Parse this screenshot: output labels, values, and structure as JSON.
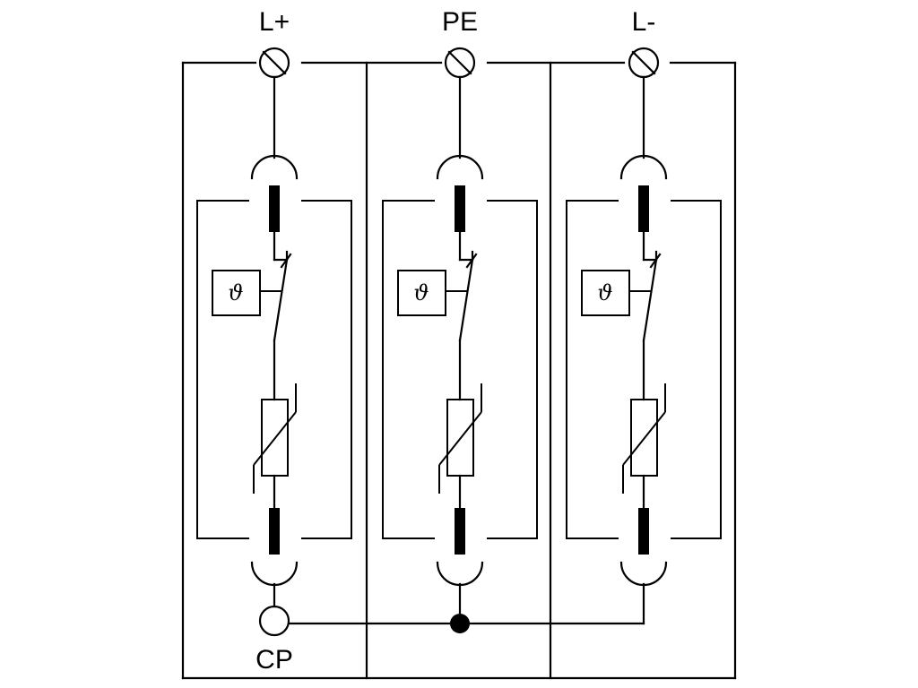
{
  "terminals": [
    {
      "label": "L+"
    },
    {
      "label": "PE"
    },
    {
      "label": "L-"
    }
  ],
  "thermal_symbol": "ϑ",
  "common_point_label": "CP",
  "colors": {
    "stroke": "#000000",
    "background": "#ffffff"
  }
}
